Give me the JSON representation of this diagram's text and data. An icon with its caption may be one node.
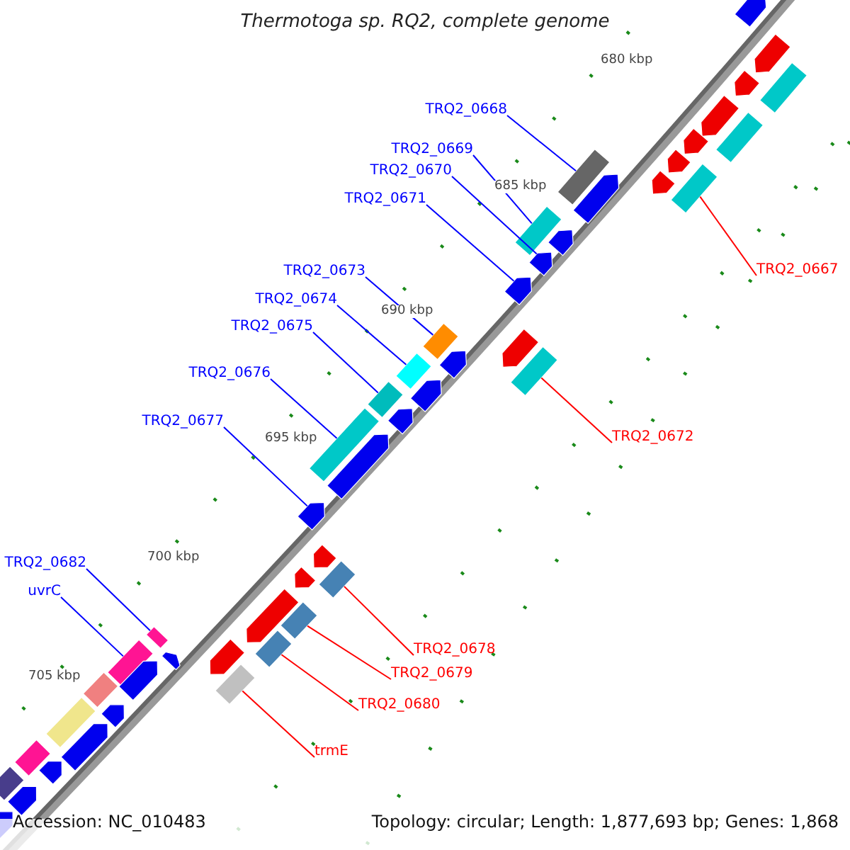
{
  "diagram": {
    "title": "Thermotoga sp. RQ2, complete genome",
    "nodes": [
      {
        "text": [
          "TRQ2_0668"
        ]
      },
      {
        "text": [
          "TRQ2_0669"
        ]
      },
      {
        "text": [
          "TRQ2_0670"
        ]
      },
      {
        "text": [
          "TRQ2_0671"
        ]
      },
      {
        "text": [
          "TRQ2_0667"
        ]
      },
      {
        "text": [
          "TRQ2_0673"
        ]
      },
      {
        "text": [
          "TRQ2_0674"
        ]
      },
      {
        "text": [
          "TRQ2_0675"
        ]
      },
      {
        "text": [
          "TRQ2_0676"
        ]
      },
      {
        "text": [
          "TRQ2_0672"
        ]
      },
      {
        "text": [
          "TRQ2_0677"
        ]
      },
      {
        "text": [
          "TRQ2_0682"
        ]
      },
      {
        "text": [
          "uvrC"
        ]
      },
      {
        "text": [
          "TRQ2_0678"
        ]
      },
      {
        "text": [
          "TRQ2_0679"
        ]
      },
      {
        "text": [
          "TRQ2_0680"
        ]
      },
      {
        "text": [
          "trmE"
        ]
      },
      {
        "text": [],
        "shape": "box"
      },
      {
        "text": [],
        "shape": "box"
      },
      {
        "text": [],
        "shape": "pentagon"
      },
      {
        "text": [],
        "shape": "pentagon"
      },
      {
        "text": [],
        "shape": "box"
      },
      {
        "text": [],
        "shape": "box"
      },
      {
        "text": [],
        "shape": "box"
      },
      {
        "text": [],
        "shape": "box"
      },
      {
        "text": [],
        "shape": "box"
      },
      {
        "text": [],
        "shape": "box"
      },
      {
        "text": [],
        "shape": "pentagon"
      },
      {
        "text": [],
        "shape": "box"
      },
      {
        "text": [],
        "shape": "box"
      },
      {
        "text": [],
        "shape": "box"
      },
      {
        "text": [],
        "shape": "box"
      },
      {
        "text": [],
        "shape": "box"
      },
      {
        "text": [],
        "shape": "box"
      },
      {
        "text": [],
        "shape": "pentagon"
      },
      {
        "text": [],
        "shape": "pentagon"
      },
      {
        "text": [],
        "shape": "pentagon"
      },
      {
        "text": [],
        "shape": "pentagon"
      },
      {
        "text": [],
        "shape": "pentagon"
      },
      {
        "text": [],
        "shape": "pentagon"
      },
      {
        "text": [],
        "shape": "pentagon"
      },
      {
        "text": [],
        "shape": "box"
      },
      {
        "text": [],
        "shape": "box"
      },
      {
        "text": [],
        "shape": "pentagon"
      },
      {
        "text": [],
        "shape": "pentagon"
      },
      {
        "text": [],
        "shape": "pentagon"
      },
      {
        "text": [],
        "shape": "pentagon"
      },
      {
        "text": [],
        "shape": "pentagon"
      },
      {
        "text": [],
        "shape": "pentagon"
      },
      {
        "text": [],
        "shape": "pentagon"
      },
      {
        "text": [],
        "shape": "pentagon"
      },
      {
        "text": [],
        "shape": "pentagon"
      },
      {
        "text": [],
        "shape": "pentagon"
      },
      {
        "text": [],
        "shape": "pentagon"
      },
      {
        "text": [],
        "shape": "pentagon"
      },
      {
        "text": [],
        "shape": "box"
      },
      {
        "text": [],
        "shape": "box"
      },
      {
        "text": [],
        "shape": "box"
      },
      {
        "text": [],
        "shape": "box"
      },
      {
        "text": [],
        "shape": "pentagon"
      },
      {
        "text": [],
        "shape": "pentagon"
      },
      {
        "text": [],
        "shape": "pentagon"
      },
      {
        "text": [],
        "shape": "pentagon"
      },
      {
        "text": [],
        "shape": "pentagon"
      },
      {
        "text": [],
        "shape": "pentagon"
      }
    ],
    "edges": [
      {
        "from": 0,
        "to": 17,
        "arrow": "none"
      },
      {
        "from": 1,
        "to": 18,
        "arrow": "none"
      },
      {
        "from": 2,
        "to": 19,
        "arrow": "none"
      },
      {
        "from": 3,
        "to": 20,
        "arrow": "none"
      },
      {
        "from": 4,
        "to": 21,
        "arrow": "none",
        "color": "#ff0000"
      },
      {
        "from": 5,
        "to": 22,
        "arrow": "none"
      },
      {
        "from": 6,
        "to": 23,
        "arrow": "none"
      },
      {
        "from": 7,
        "to": 24,
        "arrow": "none"
      },
      {
        "from": 8,
        "to": 25,
        "arrow": "none"
      },
      {
        "from": 9,
        "to": 26,
        "arrow": "none",
        "color": "#ff0000"
      },
      {
        "from": 10,
        "to": 27,
        "arrow": "none"
      },
      {
        "from": 11,
        "to": 28,
        "arrow": "none"
      },
      {
        "from": 12,
        "to": 29,
        "arrow": "none"
      },
      {
        "from": 13,
        "to": 30,
        "arrow": "none",
        "color": "#ff0000"
      },
      {
        "from": 14,
        "to": 31,
        "arrow": "none",
        "color": "#ff0000"
      },
      {
        "from": 15,
        "to": 32,
        "arrow": "none",
        "color": "#ff0000"
      },
      {
        "from": 16,
        "to": 33,
        "arrow": "none",
        "color": "#ff0000"
      }
    ],
    "labels": [
      "680 kbp",
      "685 kbp",
      "690 kbp",
      "695 kbp",
      "700 kbp",
      "705 kbp",
      "Accession: NC_010483",
      "Topology: circular; Length: 1,877,693 bp; Genes: 1,868"
    ]
  }
}
